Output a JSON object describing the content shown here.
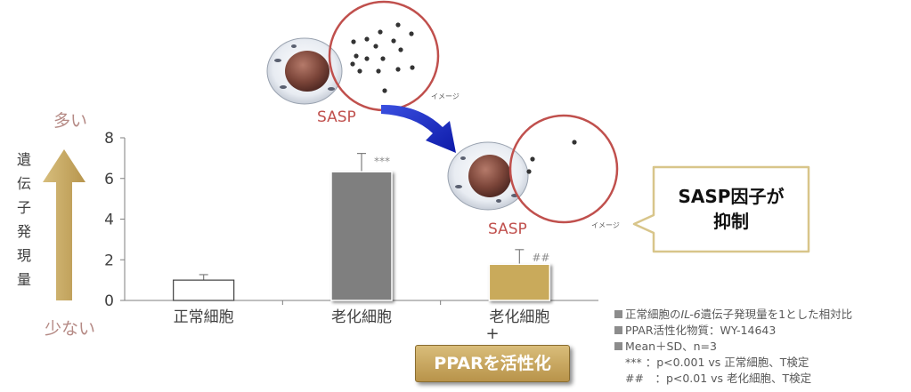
{
  "chart_data": {
    "type": "bar",
    "categories": [
      "正常細胞",
      "老化細胞",
      "老化細胞"
    ],
    "values": [
      1.0,
      6.33,
      1.78
    ],
    "errors": [
      0.27,
      0.9,
      0.72
    ],
    "significance": [
      "",
      "***",
      "##"
    ],
    "bar_colors": [
      "#ffffff",
      "#7f7f7f",
      "#c9aa5b"
    ],
    "ylim": [
      0,
      8
    ],
    "yticks": [
      0,
      2,
      4,
      6,
      8
    ],
    "ylabel": "遺伝子発現量",
    "ytop_label": "多い",
    "ybottom_label": "少ない",
    "grid": false,
    "category_plus": "+",
    "highlight_label": "PPARを活性化"
  },
  "illustration": {
    "sasp_label_1": "SASP",
    "sasp_label_2": "SASP",
    "image_note_1": "イメージ",
    "image_note_2": "イメージ",
    "callout": [
      "SASP因子が",
      "抑制"
    ]
  },
  "notes": {
    "line1_pre": "正常細胞の",
    "line1_italic": "IL-6",
    "line1_post": "遺伝子発現量を1とした相対比",
    "line2": "PPAR活性化物質：WY-14643",
    "line3": "Mean＋SD、n=3",
    "line4": "*** ：p<0.001 vs 正常細胞、T検定",
    "line5": "##　：p<0.01 vs 老化細胞、T検定"
  },
  "colors": {
    "arrow_gold": "#c3a660",
    "label_brown": "#b58a85",
    "sasp_red": "#c0504d",
    "circle_red": "#c0504d",
    "blue_arrow": "#1f2fc8",
    "callout_border": "#d8c58a"
  }
}
